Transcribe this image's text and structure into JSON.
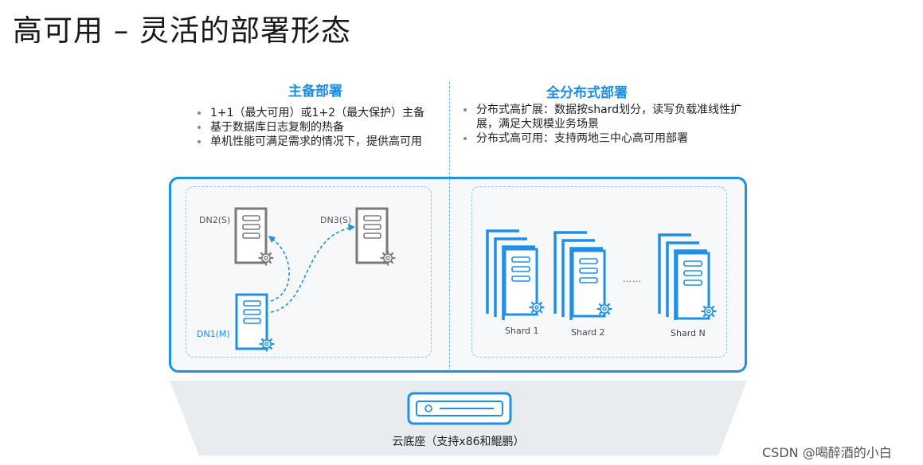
{
  "title": "高可用 – 灵活的部署形态",
  "left_section": {
    "heading": "主备部署",
    "bullets": [
      "1+1（最大可用）或1+2（最大保护）主备",
      "基于数据库日志复制的热备",
      "单机性能可满足需求的情况下，提供高可用"
    ]
  },
  "right_section": {
    "heading": "全分布式部署",
    "bullets": [
      "分布式高扩展：数据按shard划分，读写负载准线性扩",
      "展，满足大规模业务场景",
      "分布式高可用：支持两地三中心高可用部署"
    ]
  },
  "nodes": {
    "dn2": "DN2(S)",
    "dn3": "DN3(S)",
    "dn1": "DN1(M)"
  },
  "shards": [
    "Shard 1",
    "Shard 2",
    "Shard N"
  ],
  "ellipsis": "……",
  "base_label": "云底座（支持x86和鲲鹏）",
  "watermark": "CSDN @喝醉酒的小白",
  "colors": {
    "accent": "#1e90e8",
    "standby_gray": "#7a7a7a",
    "box_fill": "#f6f8fa",
    "pedestal_fill": "#e8ecef"
  }
}
